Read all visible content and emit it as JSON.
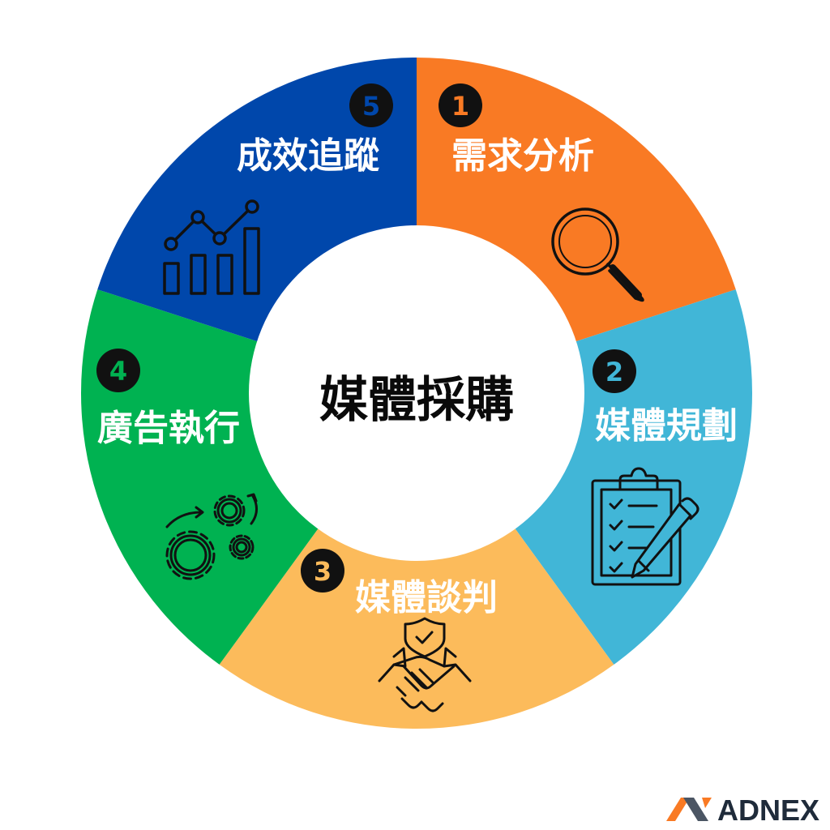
{
  "center": {
    "title": "媒體採購"
  },
  "segments": [
    {
      "number": "1",
      "label": "需求分析",
      "icon": "magnifier-icon",
      "color": "#F97A24"
    },
    {
      "number": "2",
      "label": "媒體規劃",
      "icon": "clipboard-checklist-icon",
      "color": "#41B6D7"
    },
    {
      "number": "3",
      "label": "媒體談判",
      "icon": "handshake-shield-icon",
      "color": "#FCBB5B"
    },
    {
      "number": "4",
      "label": "廣告執行",
      "icon": "gears-icon",
      "color": "#00B251"
    },
    {
      "number": "5",
      "label": "成效追蹤",
      "icon": "growth-chart-icon",
      "color": "#0047AB"
    }
  ],
  "brand": {
    "name": "ADNEX",
    "logo_orange": "#F97A24",
    "logo_gray": "#4B5563"
  }
}
